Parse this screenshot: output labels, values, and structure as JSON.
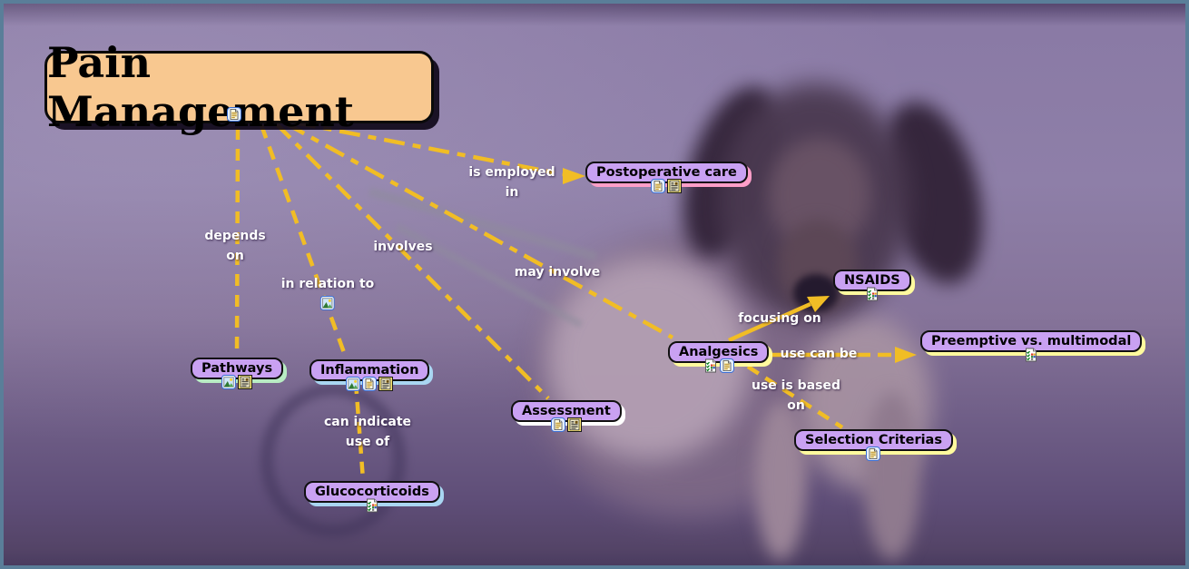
{
  "title": {
    "label": "Pain Management",
    "icons": [
      "notes-icon"
    ]
  },
  "background": {
    "description": "purple-tinted photo of a dachshund dog standing in a wheel cart"
  },
  "colors": {
    "frame_border": "#5a7e99",
    "connector": "#f1bd25",
    "node_fill": "#c9a1f2",
    "title_fill": "#f8c890",
    "edge_label_text": "#ffffff"
  },
  "nodes": [
    {
      "id": "postoperative-care",
      "label": "Postoperative care",
      "icons": [
        "notes-icon",
        "resource-icon"
      ],
      "shadow": "#ff9ec8"
    },
    {
      "id": "nsaids",
      "label": "NSAIDS",
      "icons": [
        "checklist-icon"
      ],
      "shadow": "#fffa9e"
    },
    {
      "id": "analgesics",
      "label": "Analgesics",
      "icons": [
        "checklist-icon",
        "notes-icon"
      ],
      "shadow": "#fffa9e"
    },
    {
      "id": "preemptive",
      "label": "Preemptive vs. multimodal",
      "icons": [
        "checklist-icon"
      ],
      "shadow": "#fffa9e"
    },
    {
      "id": "selection-criterias",
      "label": "Selection Criterias",
      "icons": [
        "notes-icon"
      ],
      "shadow": "#fffa9e"
    },
    {
      "id": "assessment",
      "label": "Assessment",
      "icons": [
        "notes-icon",
        "resource-icon"
      ],
      "shadow": "#ffffff"
    },
    {
      "id": "pathways",
      "label": "Pathways",
      "icons": [
        "image-icon",
        "resource-icon"
      ],
      "shadow": "#b8ecc3"
    },
    {
      "id": "inflammation",
      "label": "Inflammation",
      "icons": [
        "image-icon",
        "notes-icon",
        "resource-icon"
      ],
      "shadow": "#a9d6f2"
    },
    {
      "id": "glucocorticoids",
      "label": "Glucocorticoids",
      "icons": [
        "checklist-icon"
      ],
      "shadow": "#a9d6f2"
    }
  ],
  "edge_labels": [
    {
      "id": "depends-on",
      "lines": [
        "depends",
        "on"
      ]
    },
    {
      "id": "in-relation-to",
      "lines": [
        "in relation to"
      ],
      "icons": [
        "image-icon"
      ]
    },
    {
      "id": "involves",
      "lines": [
        "involves"
      ]
    },
    {
      "id": "is-employed-in",
      "lines": [
        "is employed",
        "in"
      ]
    },
    {
      "id": "may-involve",
      "lines": [
        "may involve"
      ]
    },
    {
      "id": "focusing-on",
      "lines": [
        "focusing on"
      ]
    },
    {
      "id": "use-can-be",
      "lines": [
        "use can be"
      ]
    },
    {
      "id": "use-is-based-on",
      "lines": [
        "use is based",
        "on"
      ]
    },
    {
      "id": "can-indicate-use-of",
      "lines": [
        "can indicate",
        "use of"
      ]
    }
  ],
  "connections": [
    {
      "from": "Pain Management",
      "label": "depends on",
      "to": "Pathways"
    },
    {
      "from": "Pain Management",
      "label": "in relation to",
      "to": "Inflammation"
    },
    {
      "from": "Pain Management",
      "label": "involves",
      "to": "Assessment"
    },
    {
      "from": "Pain Management",
      "label": "is employed in",
      "to": "Postoperative care"
    },
    {
      "from": "Pain Management",
      "label": "may involve",
      "to": "Analgesics"
    },
    {
      "from": "Inflammation",
      "label": "can indicate use of",
      "to": "Glucocorticoids"
    },
    {
      "from": "Analgesics",
      "label": "focusing on",
      "to": "NSAIDS"
    },
    {
      "from": "Analgesics",
      "label": "use can be",
      "to": "Preemptive vs. multimodal"
    },
    {
      "from": "Analgesics",
      "label": "use is based on",
      "to": "Selection Criterias"
    }
  ]
}
